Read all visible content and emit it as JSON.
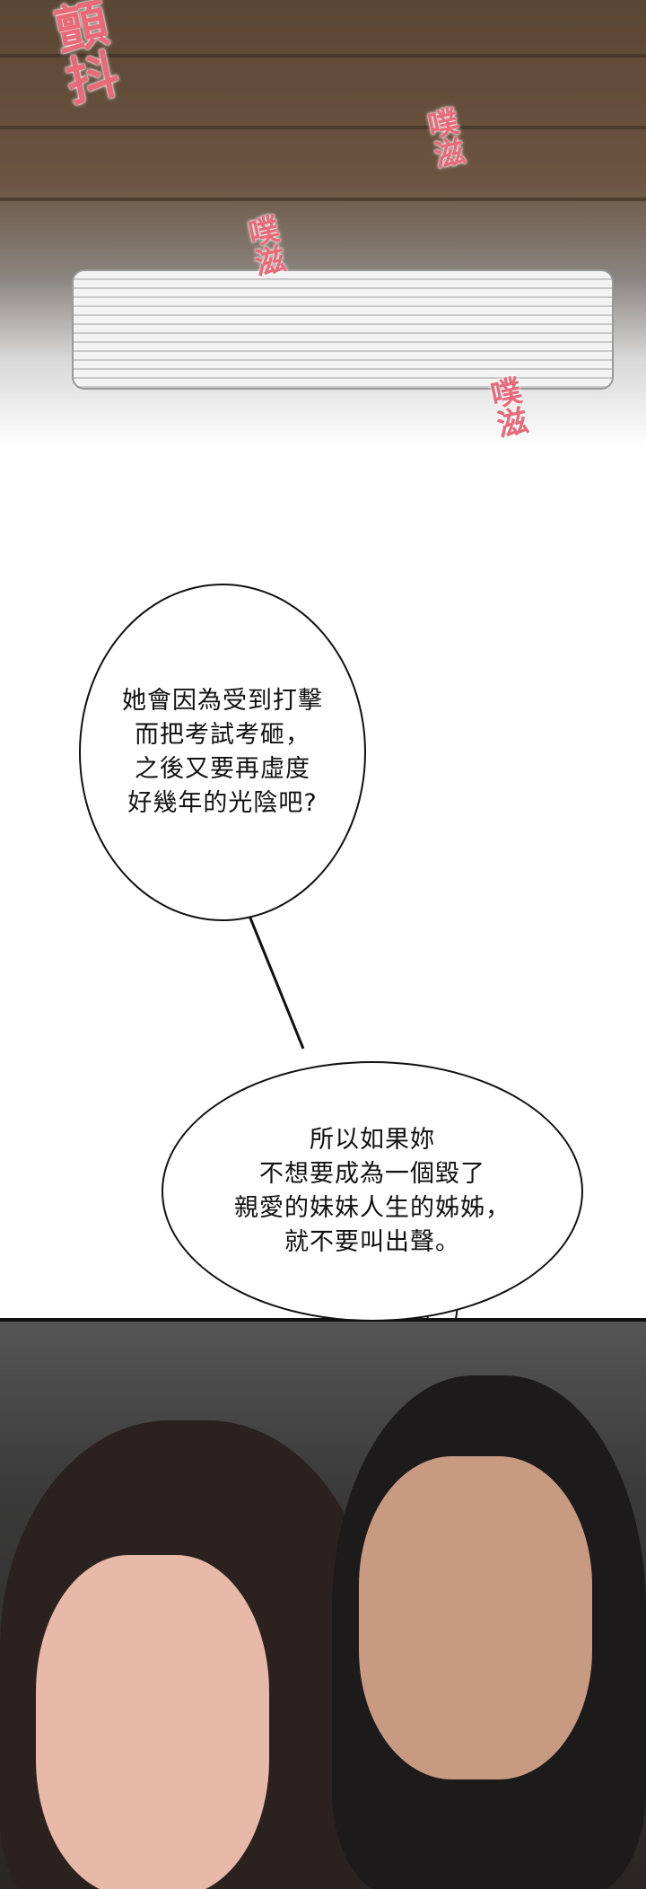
{
  "panels": {
    "top": {
      "sound_effects": [
        "顫抖",
        "噗滋",
        "噗滋",
        "噗滋"
      ]
    },
    "bubble_1": {
      "lines": [
        "她會因為受到打擊",
        "而把考試考砸，",
        "之後又要再虛度",
        "好幾年的光陰吧?"
      ]
    },
    "bubble_2": {
      "lines": [
        "所以如果妳",
        "不想要成為一個毀了",
        "親愛的妹妹人生的姊姊，",
        "就不要叫出聲。"
      ]
    }
  },
  "colors": {
    "sfx": "#e86a78",
    "bubble_border": "#111111"
  }
}
